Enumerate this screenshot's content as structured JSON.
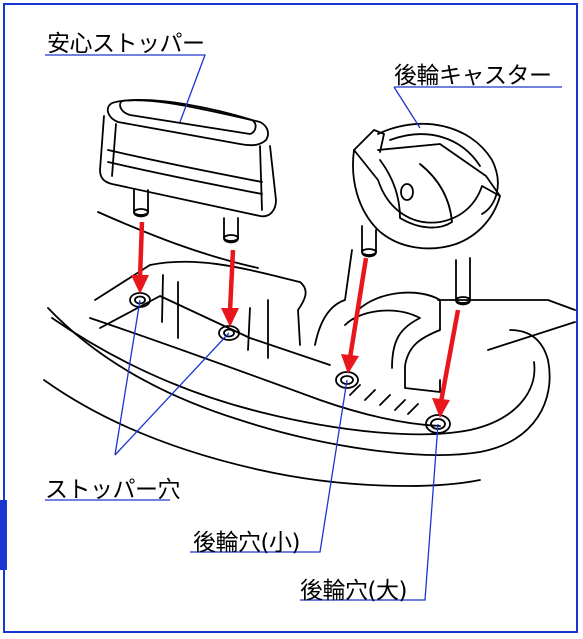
{
  "labels": {
    "stopper": "安心ストッパー",
    "rear_caster": "後輪キャスター",
    "stopper_hole": "ストッパー穴",
    "rear_hole_small": "後輪穴(小)",
    "rear_hole_large": "後輪穴(大)"
  },
  "colors": {
    "frame": "#1a36d0",
    "leader_line": "#1a36d0",
    "arrow": "#e8161d",
    "outline": "#000000"
  }
}
